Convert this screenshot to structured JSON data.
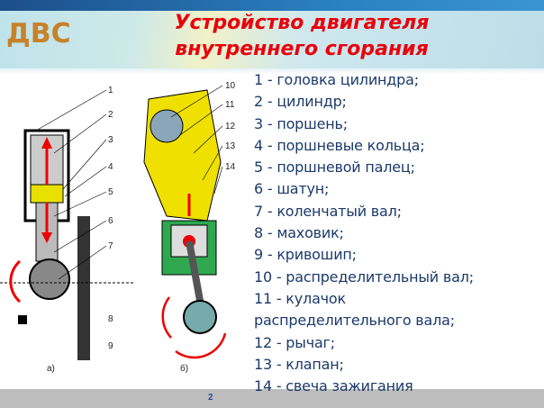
{
  "header": {
    "logo": "ДВС",
    "title_line1": "Устройство двигателя",
    "title_line2": "внутреннего сгорания"
  },
  "figure": {
    "labels_a": [
      "1",
      "2",
      "3",
      "4",
      "5",
      "6",
      "7",
      "8",
      "9"
    ],
    "labels_b": [
      "10",
      "11",
      "12",
      "13",
      "14"
    ],
    "caption_a": "а)",
    "caption_b": "б)"
  },
  "legend": [
    "1 - головка цилиндра;",
    "2 - цилиндр;",
    "3 - поршень;",
    "4 - поршневые кольца;",
    "5 - поршневой палец;",
    "6 - шатун;",
    "7 - коленчатый вал;",
    "8 - маховик;",
    "9 - кривошип;",
    "10 - распределительный вал;",
    "11 - кулачок",
    "распределительного вала;",
    "12 - рычаг;",
    "13 - клапан;",
    "14 - свеча зажигания"
  ],
  "footer": {
    "page_number": "2"
  }
}
